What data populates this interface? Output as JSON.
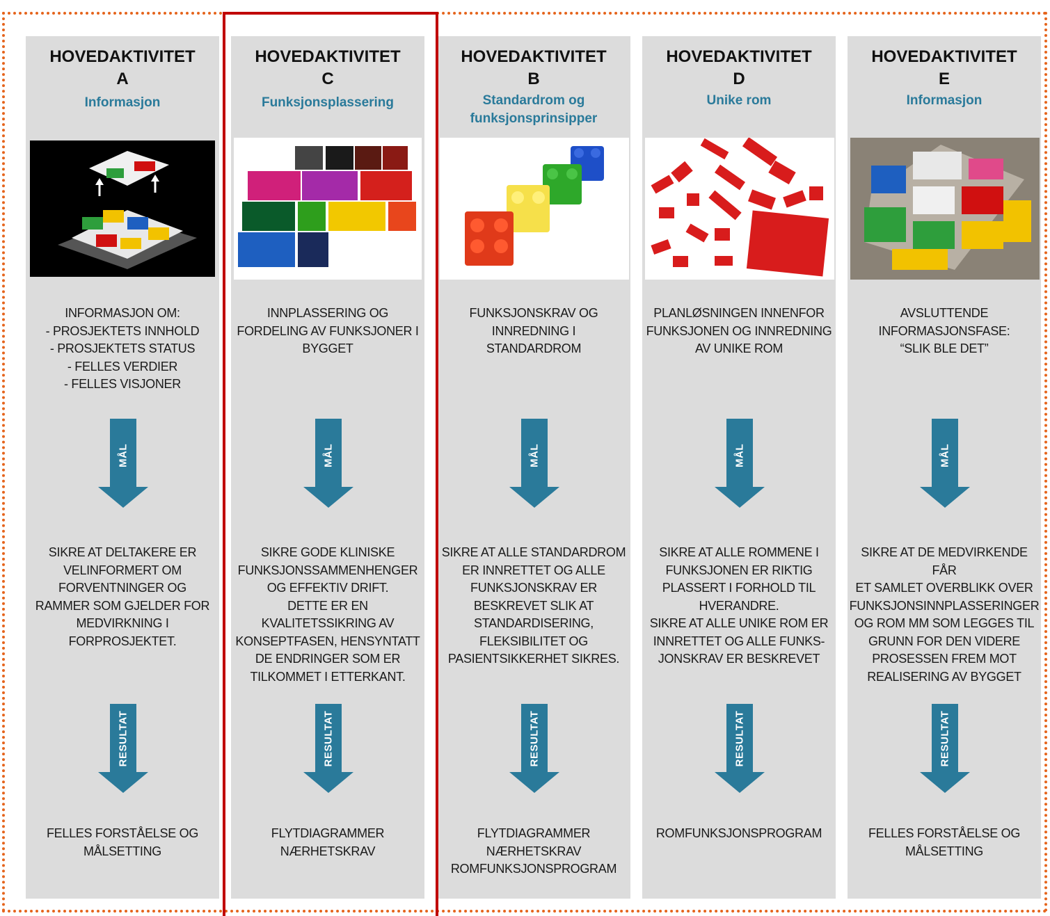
{
  "colors": {
    "frame": "#e5641c",
    "highlight": "#c00000",
    "arrow": "#2a7a9a",
    "subtitle": "#2a7a9a",
    "column_bg": "#dcdcdc"
  },
  "arrow_labels": {
    "goal": "MÅL",
    "result": "RESULTAT"
  },
  "columns": [
    {
      "title": "HOVEDAKTIVITET\nA",
      "subtitle": "Informasjon",
      "image": "lego-house-exploded-model",
      "description": "INFORMASJON OM:\n- PROSJEKTETS INNHOLD\n- PROSJEKTETS STATUS\n- FELLES VERDIER\n- FELLES VISJONER",
      "goal": "SIKRE AT DELTAKERE ER\nVELINFORMERT OM\nFORVENTNINGER OG\nRAMMER SOM GJELDER FOR\nMEDVIRKNING I\nFORPROSJEKTET.",
      "result": "FELLES FORSTÅELSE OG\nMÅLSETTING"
    },
    {
      "title": "HOVEDAKTIVITET\nC",
      "subtitle": "Funksjonsplassering",
      "image": "colored-lego-bricks",
      "description": "INNPLASSERING OG\nFORDELING AV FUNKSJONER I\nBYGGET",
      "goal": "SIKRE GODE KLINISKE\nFUNKSJONSSAMMENHENGER\nOG EFFEKTIV DRIFT.\nDETTE ER EN\nKVALITETSSIKRING AV\nKONSEPTFASEN, HENSYNTATT\nDE ENDRINGER SOM ER\nTILKOMMET I ETTERKANT.",
      "result": "FLYTDIAGRAMMER\nNÆRHETSKRAV"
    },
    {
      "title": "HOVEDAKTIVITET\nB",
      "subtitle": "Standardrom og\nfunksjonsprinsipper",
      "image": "four-stacked-lego-bricks",
      "description": "FUNKSJONSKRAV OG\nINNREDNING I\nSTANDARDROM",
      "goal": "SIKRE AT ALLE STANDARDROM\nER INNRETTET OG ALLE\nFUNKSJONSKRAV ER\nBESKREVET SLIK AT\nSTANDARDISERING,\nFLEKSIBILITET OG\nPASIENTSIKKERHET SIKRES.",
      "result": "FLYTDIAGRAMMER\nNÆRHETSKRAV\nROMFUNKSJONSPROGRAM"
    },
    {
      "title": "HOVEDAKTIVITET\nD",
      "subtitle": "Unike rom",
      "image": "red-lego-pieces",
      "description": "PLANLØSNINGEN INNENFOR\nFUNKSJONEN OG INNREDNING\nAV UNIKE ROM",
      "goal": "SIKRE AT ALLE ROMMENE I\nFUNKSJONEN ER RIKTIG\nPLASSERT I FORHOLD TIL\nHVERANDRE.\nSIKRE AT ALLE UNIKE ROM ER\nINNRETTET OG ALLE FUNKS-\nJONSKRAV ER BESKREVET",
      "result": "ROMFUNKSJONSPROGRAM"
    },
    {
      "title": "HOVEDAKTIVITET\nE",
      "subtitle": "Informasjon",
      "image": "lego-house-aerial",
      "description": "AVSLUTTENDE\nINFORMASJONSFASE:\n“SLIK BLE DET”",
      "goal": "SIKRE AT DE MEDVIRKENDE FÅR\nET SAMLET OVERBLIKK OVER\nFUNKSJONSINNPLASSERINGER\nOG ROM MM SOM LEGGES TIL\nGRUNN FOR DEN VIDERE\nPROSESSEN FREM MOT\nREALISERING AV BYGGET",
      "result": "FELLES FORSTÅELSE OG\nMÅLSETTING"
    }
  ]
}
